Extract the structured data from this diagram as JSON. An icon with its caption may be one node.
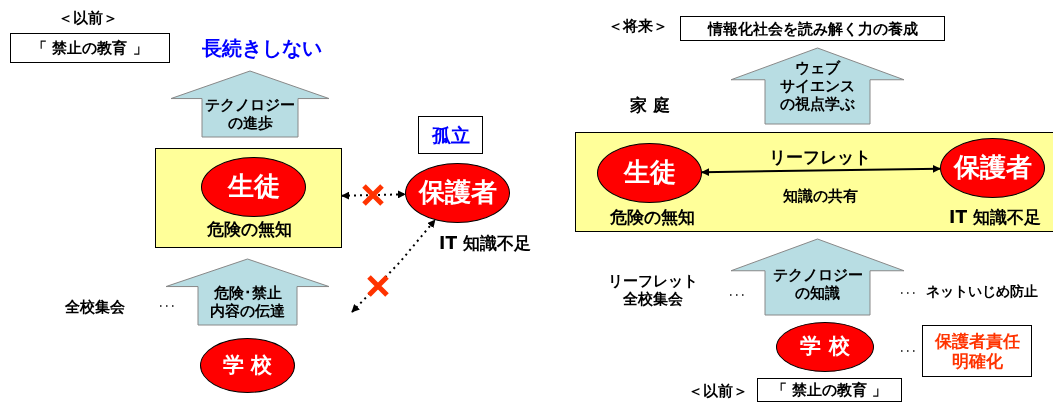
{
  "diagram": {
    "nodes": [
      {
        "text": [
          "「 禁止の教育 」"
        ],
        "beside": [
          "＜以前＞"
        ]
      },
      {
        "text": [
          "テクノロジーの進歩"
        ]
      },
      {
        "text": [
          "危険の無知"
        ]
      },
      {
        "text": [
          "生徒"
        ],
        "in": 2
      },
      {
        "text": [
          "孤立"
        ]
      },
      {
        "text": [
          "保護者"
        ],
        "beside": [
          "IT 知識不足"
        ]
      },
      {
        "text": [
          "危険･禁止内容の伝達"
        ]
      },
      {
        "text": [
          "学 校"
        ]
      },
      {
        "text": [
          "情報化社会を読み解く力の養成"
        ],
        "beside": [
          "＜将来＞"
        ]
      },
      {
        "text": [
          "ウェブサイエンスの視点学ぶ"
        ]
      },
      {
        "text": [
          "家 庭"
        ]
      },
      {
        "text": [
          "生徒"
        ],
        "in": 10,
        "beside": [
          "危険の無知"
        ]
      },
      {
        "text": [
          "保護者"
        ],
        "in": 10,
        "beside": [
          "IT 知識不足"
        ]
      },
      {
        "text": [
          "テクノロジーの知識"
        ]
      },
      {
        "text": [
          "学 校"
        ]
      },
      {
        "text": [
          "保護者責任明確化"
        ]
      },
      {
        "text": [
          "「 禁止の教育 」"
        ],
        "beside": [
          "＜以前＞"
        ]
      }
    ],
    "edges": [
      {
        "from": 2,
        "to": 5,
        "arrow": "both",
        "style": "dashed"
      },
      {
        "from": null,
        "to": 5,
        "arrow": "both",
        "style": "dashed"
      },
      {
        "from": 11,
        "to": 12,
        "arrow": "both",
        "label": "リーフレット"
      }
    ],
    "labels": [
      "長続きしない",
      "全校集会",
      "･･･",
      "知識の共有",
      "リーフレット全校集会",
      "･･･",
      "･･･",
      "ネットいじめ防止",
      "･･･"
    ]
  }
}
